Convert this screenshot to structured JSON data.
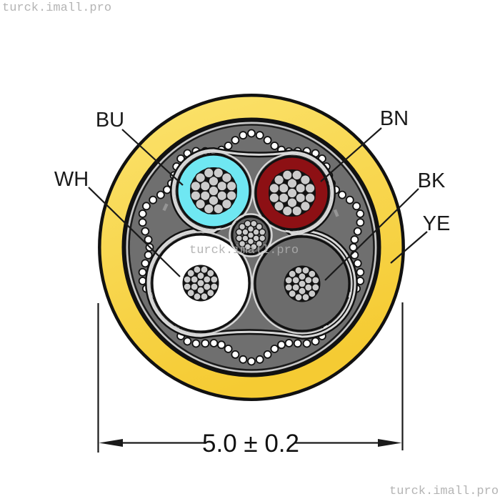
{
  "watermarks": {
    "top_left": "turck.imall.pro",
    "center": "turck.imall.pro",
    "bottom_right": "turck.imall.pro"
  },
  "diagram": {
    "labels": {
      "bu": "BU",
      "bn": "BN",
      "wh": "WH",
      "bk": "BK",
      "ye": "YE"
    },
    "dimension_text": "5.0 ± 0.2",
    "colors": {
      "jacket_yellow": "#F5CB33",
      "jacket_yellow_light": "#FBE36E",
      "separator_gray": "#C8C8C8",
      "shield_gray": "#6F6F6F",
      "conductor_bu": "#6FE7F2",
      "conductor_bn": "#8D1014",
      "conductor_wh": "#FFFFFF",
      "conductor_bk": "#6C6C6C",
      "filler_gray": "#616161",
      "strand_gray": "#CCCCCC",
      "strand_bg": "#121212",
      "braid_dot_fill": "#FFFFFF",
      "wrap_gap_gray": "#D8D8D8",
      "outline_black": "#111111",
      "watermark_gray": "#ACACAC"
    }
  }
}
